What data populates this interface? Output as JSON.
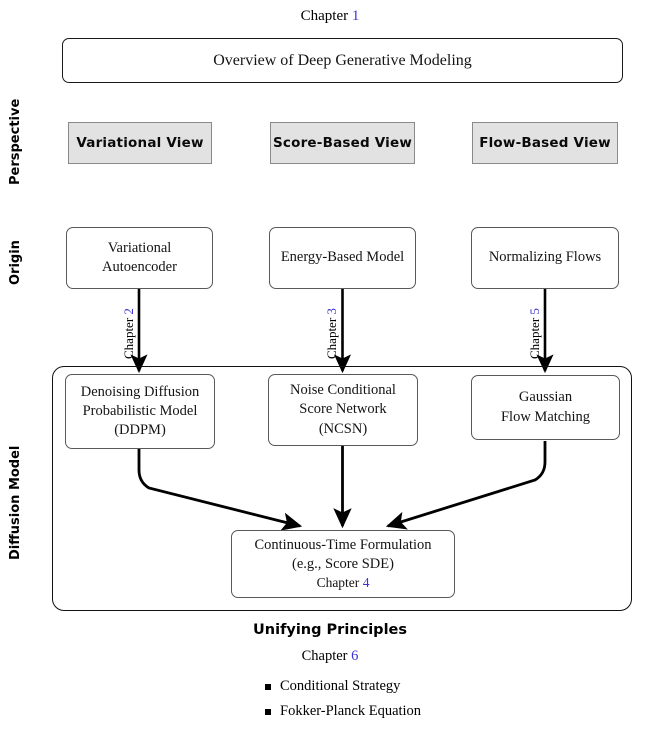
{
  "diagram": {
    "title_caption": {
      "prefix": "Chapter",
      "number": "1"
    },
    "overview_box": {
      "label": "Overview of Deep Generative Modeling"
    },
    "row_labels": {
      "perspective": "Perspective",
      "origin": "Origin",
      "diffusion_model": "Diffusion Model"
    },
    "perspective_boxes": [
      {
        "label": "Variational View"
      },
      {
        "label": "Score-Based View"
      },
      {
        "label": "Flow-Based View"
      }
    ],
    "origin_boxes": [
      {
        "line1": "Variational",
        "line2": "Autoencoder"
      },
      {
        "line1": "Energy-Based Model",
        "line2": ""
      },
      {
        "line1": "Normalizing Flows",
        "line2": ""
      }
    ],
    "edge_labels": [
      {
        "prefix": "Chapter",
        "number": "2"
      },
      {
        "prefix": "Chapter",
        "number": "3"
      },
      {
        "prefix": "Chapter",
        "number": "5"
      }
    ],
    "diffusion_boxes": [
      {
        "line1": "Denoising Diffusion",
        "line2": "Probabilistic Model",
        "line3": "(DDPM)"
      },
      {
        "line1": "Noise Conditional",
        "line2": "Score Network",
        "line3": "(NCSN)"
      },
      {
        "line1": "Gaussian",
        "line2": "Flow Matching",
        "line3": ""
      }
    ],
    "continuous_box": {
      "line1": "Continuous-Time Formulation",
      "line2": "(e.g., Score SDE)",
      "chapter_prefix": "Chapter",
      "chapter_number": "4"
    },
    "footer": {
      "title": "Unifying Principles",
      "chapter_prefix": "Chapter",
      "chapter_number": "6",
      "bullets": [
        "Conditional Strategy",
        "Fokker-Planck Equation"
      ]
    },
    "colors": {
      "chapter_link": "#3b33d4",
      "perspective_fill": "#e2e2e2",
      "node_border": "#58585d",
      "arrow": "#000000"
    }
  }
}
